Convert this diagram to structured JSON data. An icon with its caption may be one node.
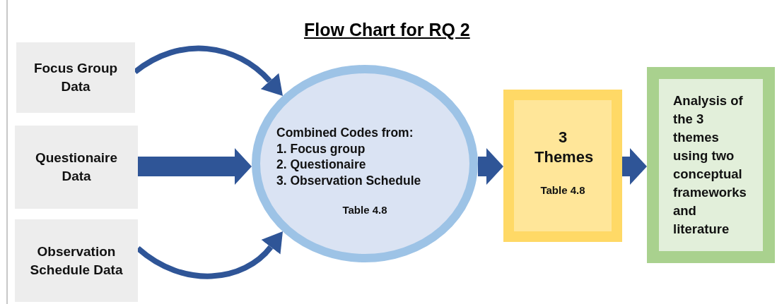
{
  "diagram": {
    "title": "Flow Chart for RQ 2",
    "nodes": [
      {
        "text": [
          "Focus Group Data"
        ]
      },
      {
        "text": [
          "Questionaire Data"
        ]
      },
      {
        "text": [
          "Observation Schedule Data"
        ]
      },
      {
        "text": [
          "Combined Codes from:",
          "1. Focus group",
          "2. Questionaire",
          "3. Observation Schedule",
          "Table 4.8"
        ]
      },
      {
        "text": [
          "3 Themes",
          "Table 4.8"
        ]
      },
      {
        "text": [
          "Analysis of the 3 themes using two conceptual frameworks and literature"
        ]
      }
    ],
    "edges": [
      {
        "from": 0,
        "to": 3,
        "arrow": "to"
      },
      {
        "from": 1,
        "to": 3,
        "arrow": "to"
      },
      {
        "from": 2,
        "to": 3,
        "arrow": "to"
      },
      {
        "from": 3,
        "to": 4,
        "arrow": "to"
      },
      {
        "from": 4,
        "to": 5,
        "arrow": "to"
      }
    ]
  }
}
